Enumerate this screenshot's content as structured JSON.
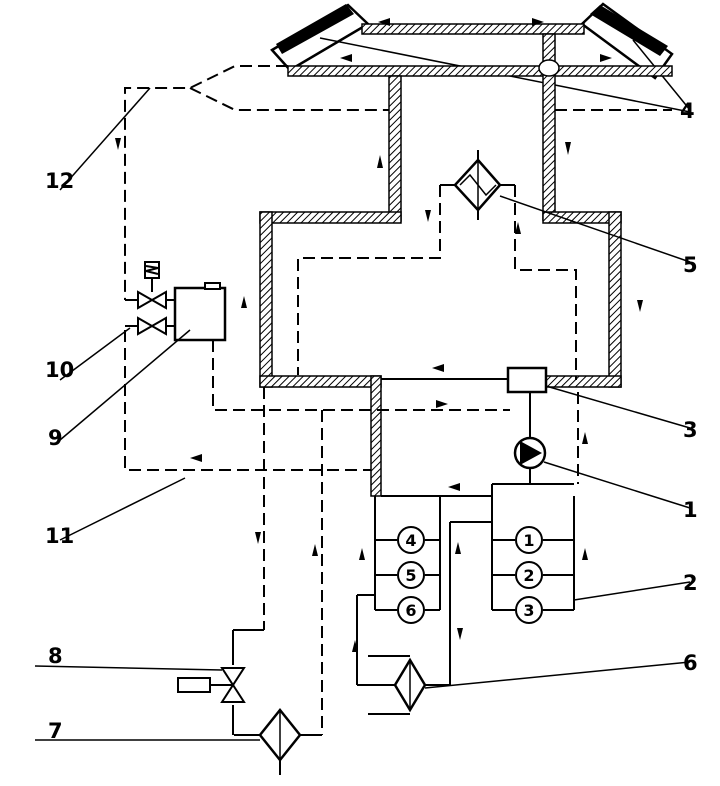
{
  "labels": {
    "l1": "1",
    "l2": "2",
    "l3": "3",
    "l4": "4",
    "l5": "5",
    "l6": "6",
    "l7": "7",
    "l8": "8",
    "l9": "9",
    "l10": "10",
    "l11": "11",
    "l12": "12"
  },
  "circles": {
    "c1": "1",
    "c2": "2",
    "c3": "3",
    "c4": "4",
    "c5": "5",
    "c6": "6"
  }
}
